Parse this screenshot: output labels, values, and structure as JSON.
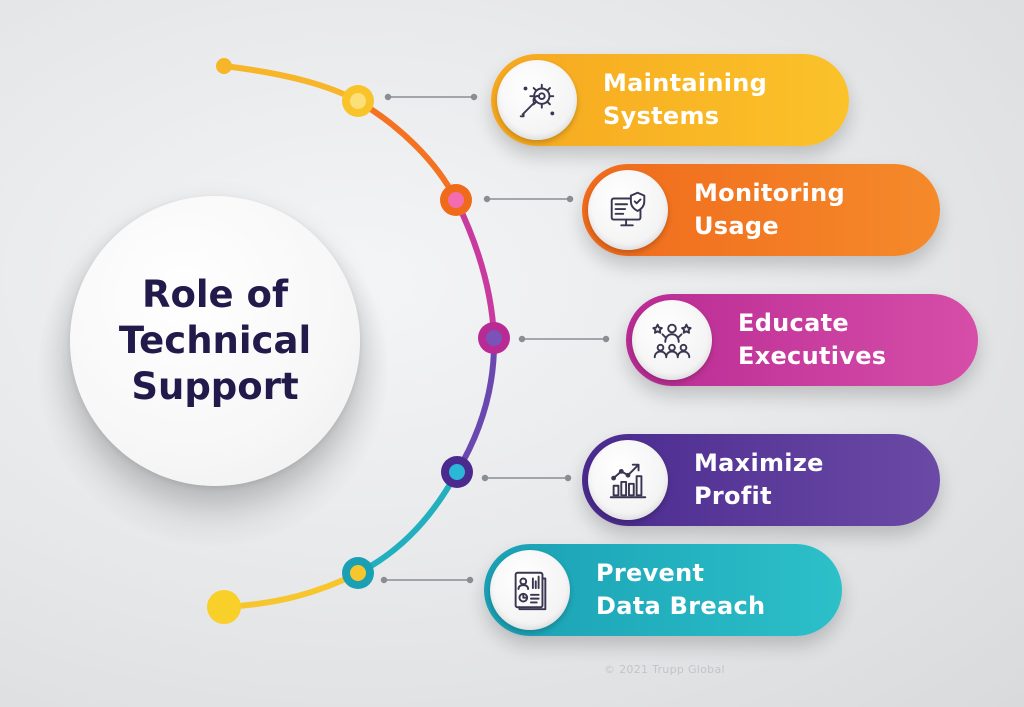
{
  "title_lines": [
    "Role of",
    "Technical",
    "Support"
  ],
  "items": [
    {
      "lines": [
        "Maintaining",
        "Systems"
      ],
      "icon": "wrench-gear-icon",
      "color": "#f9b826"
    },
    {
      "lines": [
        "Monitoring",
        "Usage"
      ],
      "icon": "monitor-shield-icon",
      "color": "#f37323"
    },
    {
      "lines": [
        "Educate",
        "Executives"
      ],
      "icon": "presentation-audience-icon",
      "color": "#c93a9e"
    },
    {
      "lines": [
        "Maximize",
        "Profit"
      ],
      "icon": "growth-chart-icon",
      "color": "#5a3a9a"
    },
    {
      "lines": [
        "Prevent",
        "Data Breach"
      ],
      "icon": "secure-report-icon",
      "color": "#22b0bf"
    }
  ],
  "copyright": "© 2021 Trupp Global"
}
